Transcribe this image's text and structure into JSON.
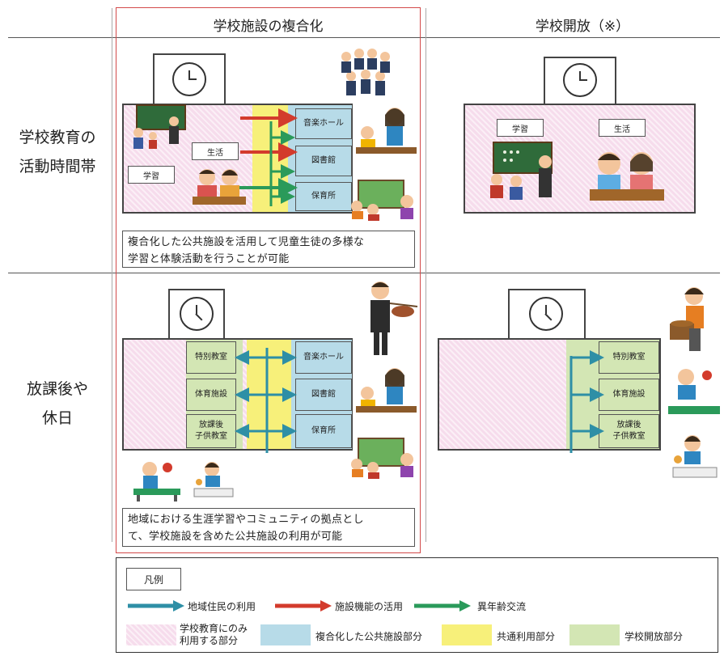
{
  "columns": {
    "combined": "学校施設の複合化",
    "open": "学校開放（※）"
  },
  "rows": {
    "school_hours": [
      "学校教育の",
      "活動時間帯"
    ],
    "after_school": [
      "放課後や",
      "休日"
    ]
  },
  "combined_school_hours": {
    "study_label": "学習",
    "life_label": "生活",
    "facilities": [
      "音楽ホール",
      "図書館",
      "保育所"
    ],
    "caption": [
      "複合化した公共施設を活用して児童生徒の多様な",
      "学習と体験活動を行うことが可能"
    ]
  },
  "open_school_hours": {
    "study_label": "学習",
    "life_label": "生活"
  },
  "combined_after_school": {
    "school_rooms": [
      [
        "特別教室"
      ],
      [
        "体育施設"
      ],
      [
        "放課後",
        "子供教室"
      ]
    ],
    "facilities": [
      "音楽ホール",
      "図書館",
      "保育所"
    ],
    "caption": [
      "地域における生涯学習やコミュニティの拠点とし",
      "て、学校施設を含めた公共施設の利用が可能"
    ]
  },
  "open_after_school": {
    "school_rooms": [
      [
        "特別教室"
      ],
      [
        "体育施設"
      ],
      [
        "放課後",
        "子供教室"
      ]
    ]
  },
  "legend": {
    "title": "凡例",
    "arrows": [
      {
        "label": "地域住民の利用",
        "color": "#2e8fa6"
      },
      {
        "label": "施設機能の活用",
        "color": "#d33b2c"
      },
      {
        "label": "異年齢交流",
        "color": "#2a9a5a"
      }
    ],
    "areas": [
      {
        "label": [
          "学校教育にのみ",
          "利用する部分"
        ],
        "color": "#f6dcec"
      },
      {
        "label": [
          "複合化した公共施設部分"
        ],
        "color": "#b7dbe8"
      },
      {
        "label": [
          "共通利用部分"
        ],
        "color": "#f7f07a"
      },
      {
        "label": [
          "学校開放部分"
        ],
        "color": "#d3e6b4"
      }
    ]
  },
  "colors": {
    "teal_arrow": "#2e8fa6",
    "red_arrow": "#d33b2c",
    "green_arrow": "#2a9a5a",
    "highlight_frame": "#d34a4a"
  }
}
